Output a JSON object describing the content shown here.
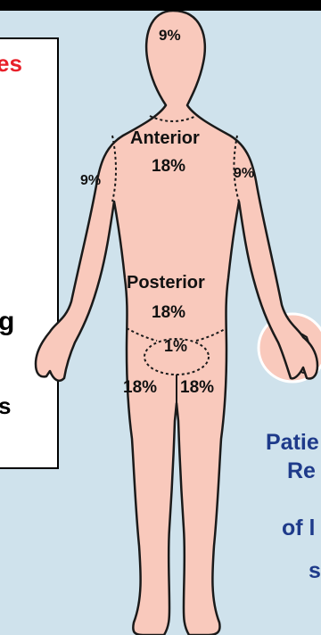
{
  "left_panel": {
    "fragment_top": "es",
    "fragment_mid": "g",
    "fragment_low": "s"
  },
  "labels": {
    "head": "9%",
    "anterior_word": "Anterior",
    "anterior_value": "18%",
    "left_arm": "9%",
    "right_arm": "9%",
    "posterior_word": "Posterior",
    "posterior_value": "18%",
    "genital": "1%",
    "left_leg": "18%",
    "right_leg": "18%"
  },
  "right_text": {
    "line1": "Patie",
    "line2": "Re",
    "line3": "of l",
    "line4": "s"
  },
  "colors": {
    "background": "#cfe2ec",
    "skin": "#f9c9bc",
    "outline": "#1a1a1a",
    "accent_red": "#e8202a",
    "accent_blue": "#1e3a8a"
  }
}
